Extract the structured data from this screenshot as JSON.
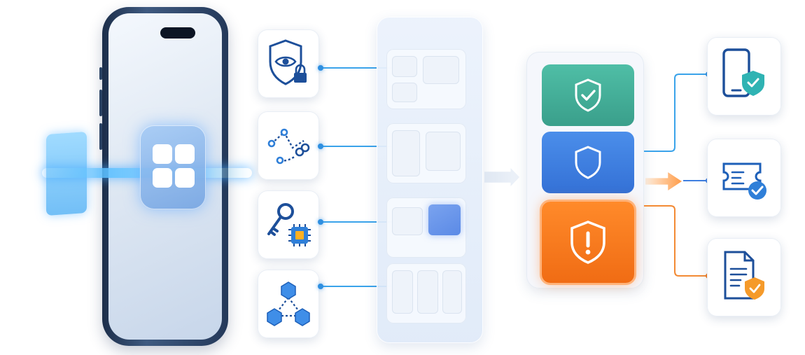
{
  "colors": {
    "accent_blue": "#3aa3ea",
    "status_secure": "#3fae98",
    "status_protected": "#3f7fe0",
    "status_threat": "#f37a1f"
  },
  "phone": {
    "app_icon": "app-grid-icon",
    "signal": "scan-beam"
  },
  "capabilities": [
    {
      "icon": "shield-eye-lock-icon"
    },
    {
      "icon": "routing-nodes-icon"
    },
    {
      "icon": "key-chip-icon"
    },
    {
      "icon": "cube-network-icon"
    }
  ],
  "panel": {
    "rows": 4,
    "highlighted_row": 3
  },
  "statuses": [
    {
      "icon": "shield-check-icon",
      "color": "#3fae98"
    },
    {
      "icon": "shield-icon",
      "color": "#3f7fe0"
    },
    {
      "icon": "shield-alert-icon",
      "color": "#f37a1f"
    }
  ],
  "outputs": [
    {
      "icon": "phone-shield-icon"
    },
    {
      "icon": "ticket-check-icon"
    },
    {
      "icon": "document-shield-icon"
    }
  ]
}
